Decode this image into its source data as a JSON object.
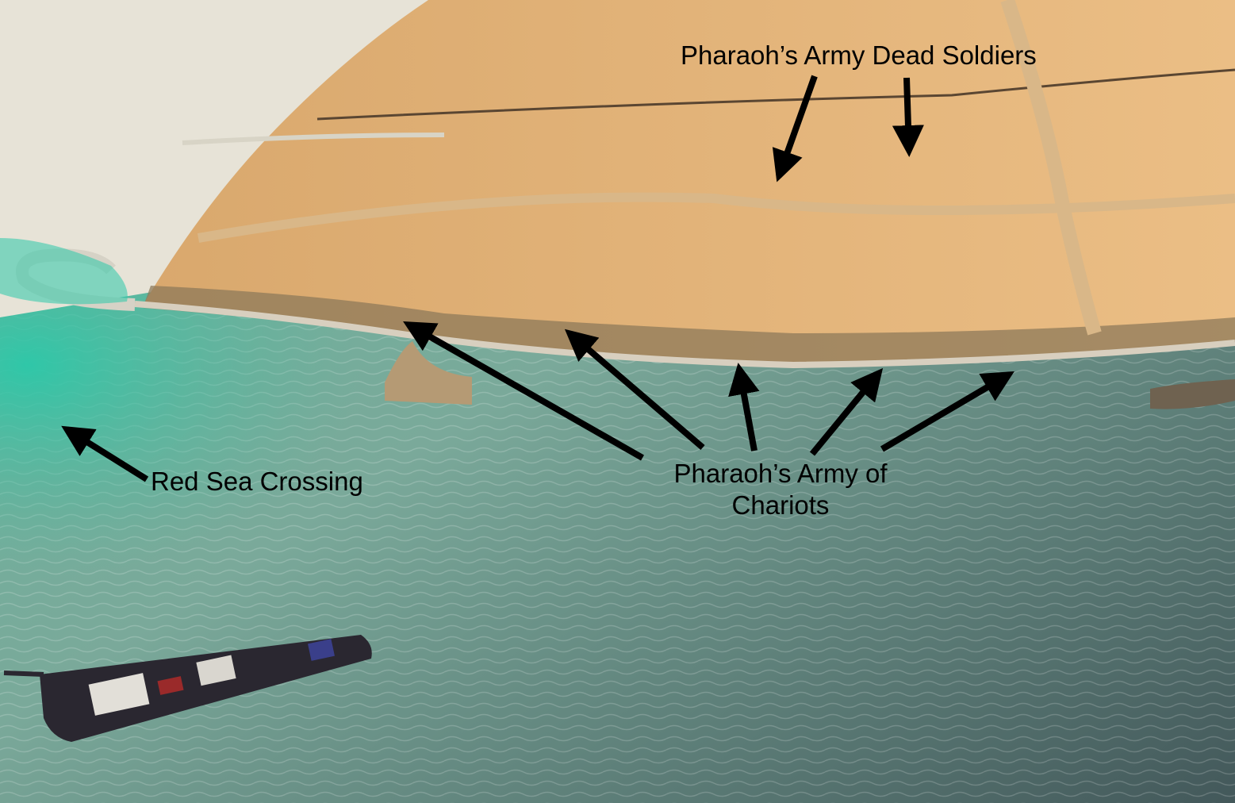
{
  "image": {
    "description_free": true,
    "colors": {
      "sand": "#e6b67c",
      "sand_dark": "#c89a62",
      "white_sand": "#e9e4d6",
      "lagoon": "#39c2a4",
      "sea": "#6f9f93",
      "sea_deep": "#4e6a66",
      "arrow": "#000000",
      "ship": "#2a2730"
    },
    "icons": [
      "arrow-icon"
    ]
  },
  "labels": {
    "dead_soldiers": "Pharaoh’s Army Dead Soldiers",
    "red_sea": "Red Sea Crossing",
    "chariots_line1": "Pharaoh’s Army of",
    "chariots_line2": "Chariots"
  }
}
